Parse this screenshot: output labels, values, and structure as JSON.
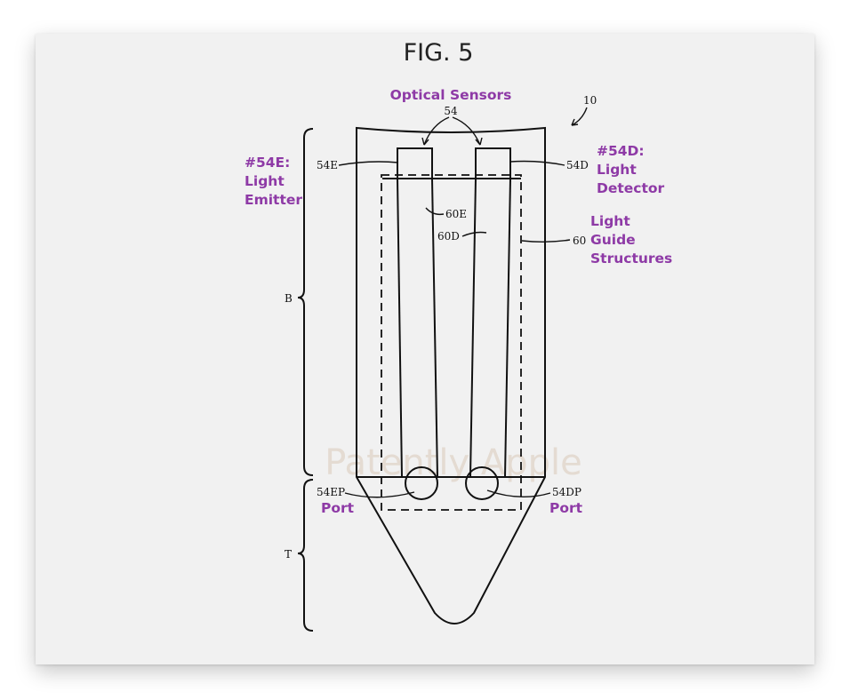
{
  "figure": {
    "title": "FIG. 5",
    "watermark": "Patently Apple",
    "reference_labels": {
      "device": "10",
      "sensors": "54",
      "emitter": "54E",
      "detector": "54D",
      "guide_emitter": "60E",
      "guide_detector": "60D",
      "guide_structure": "60",
      "emitter_port": "54EP",
      "detector_port": "54DP",
      "body_section": "B",
      "tip_section": "T"
    },
    "annotations": {
      "optical_sensors": "Optical Sensors",
      "emitter_lines": [
        "#54E:",
        "Light",
        "Emitter"
      ],
      "detector_lines": [
        "#54D:",
        "Light",
        "Detector"
      ],
      "guide_lines": [
        "Light",
        "Guide",
        "Structures"
      ],
      "emitter_port": "Port",
      "detector_port": "Port"
    }
  },
  "colors": {
    "annotation": "#8e3aa6",
    "line": "#111111",
    "background": "#f1f1f1"
  }
}
